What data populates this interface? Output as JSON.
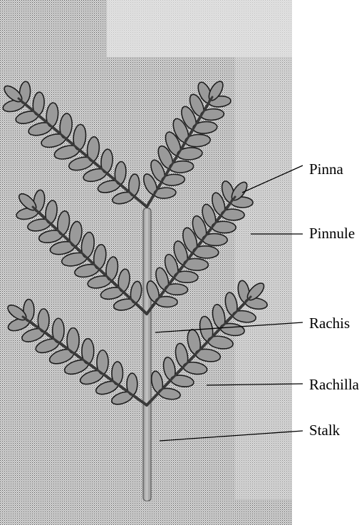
{
  "labels": {
    "pinna": "Pinna",
    "pinnule": "Pinnule",
    "rachis": "Rachis",
    "rachilla": "Rachilla",
    "stalk": "Stalk"
  },
  "colors": {
    "background_panel": "#c8c8c8",
    "stalk": "#a8a8a8",
    "rachilla_stroke": "#3a3a3a",
    "leaflet_fill": "#9a9a9a",
    "leaflet_stroke": "#1e1e1e",
    "leader_line": "#000000",
    "label_text": "#000000"
  },
  "icons": {
    "dither_texture": "halftone-dot-pattern"
  }
}
